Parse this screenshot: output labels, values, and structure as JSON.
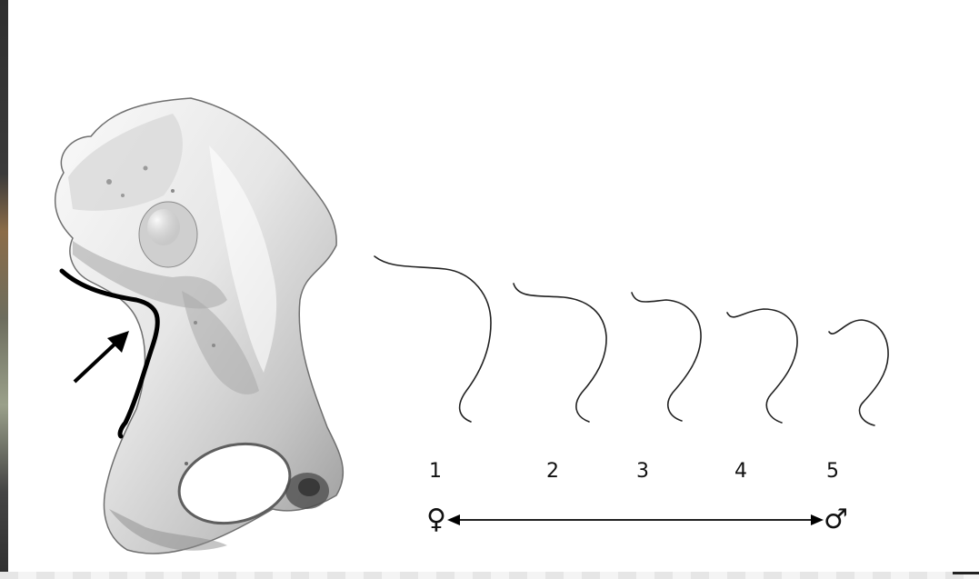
{
  "sciatic_notch_scores": [
    "1",
    "2",
    "3",
    "4",
    "5"
  ],
  "scale_ends": {
    "left_symbol": "♀",
    "right_symbol": "♂"
  },
  "colors": {
    "ink": "#111111",
    "bone_light": "#f1f1f1",
    "bone_shadow": "#8f8f8f",
    "background": "#ffffff"
  },
  "icons": [
    "hip-bone-illustration",
    "arrow-icon",
    "female-symbol-icon",
    "male-symbol-icon"
  ]
}
